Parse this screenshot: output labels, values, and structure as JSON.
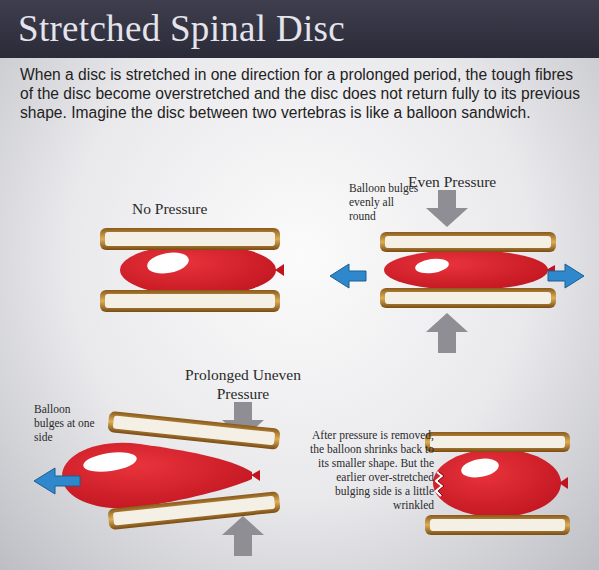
{
  "diagram": {
    "title": "Stretched Spinal Disc",
    "labels": [
      "When a disc is stretched in one direction for a prolonged period, the tough fibres of the disc become overstretched and the disc does not return fully to its previous shape. Imagine the disc between two vertebras is like a balloon sandwich.",
      "No Pressure",
      "Balloon bulges evenly all round",
      "Even Pressure",
      "Prolonged Uneven Pressure",
      "Balloon bulges at one side",
      "After pressure is removed, the balloon shrinks back to its smaller shape. But the earlier over-stretched bulging side is a little wrinkled"
    ]
  }
}
